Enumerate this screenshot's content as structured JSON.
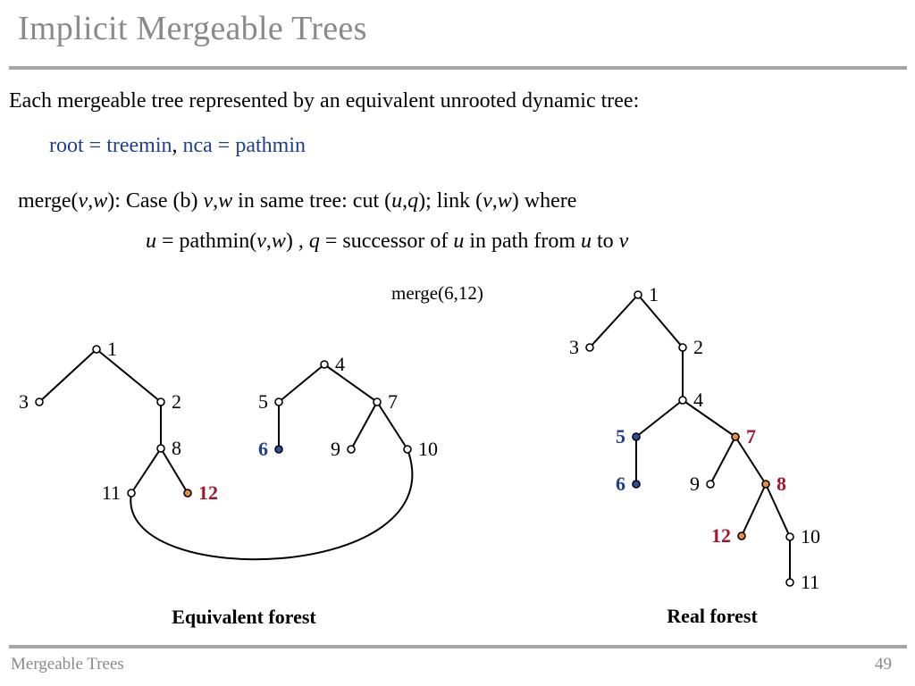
{
  "title": "Implicit Mergeable Trees",
  "line1": "Each mergeable tree represented by an equivalent unrooted dynamic tree:",
  "line2": {
    "a": "root = treemin",
    "sep": ",",
    "b": " nca = pathmin"
  },
  "line3": {
    "p1": "merge(",
    "v": "v",
    "c1": ",",
    "w": "w",
    "p2": "): Case (b) ",
    "v2": "v",
    "c2": ",",
    "w2": "w",
    "p3": " in same tree:  cut (",
    "u": "u",
    "c3": ",",
    "q": "q",
    "p4": "); link (",
    "v3": "v",
    "c4": ",",
    "w3": "w",
    "p5": ")  where"
  },
  "line4": {
    "u": "u",
    "p1": " = pathmin(",
    "v": "v",
    "c1": ",",
    "w": "w",
    "p2": ")  ,  ",
    "q": "q",
    "p3": " = successor of ",
    "u2": "u",
    "p4": " in path from ",
    "u3": "u",
    "p5": " to ",
    "v2": "v"
  },
  "merge_label": "merge(6,12)",
  "colors": {
    "blue": "#2d4f9e",
    "orange": "#ee8c3a",
    "red": "#a3152f",
    "blue_text": "#1f3f8f"
  },
  "left_forest": {
    "caption": "Equivalent forest",
    "nodes": [
      {
        "id": "1",
        "label": "1"
      },
      {
        "id": "2",
        "label": "2"
      },
      {
        "id": "3",
        "label": "3"
      },
      {
        "id": "8",
        "label": "8"
      },
      {
        "id": "11",
        "label": "11"
      },
      {
        "id": "12",
        "label": "12",
        "color": "orange"
      },
      {
        "id": "4",
        "label": "4"
      },
      {
        "id": "5",
        "label": "5"
      },
      {
        "id": "6",
        "label": "6",
        "color": "blue"
      },
      {
        "id": "7",
        "label": "7"
      },
      {
        "id": "9",
        "label": "9"
      },
      {
        "id": "10",
        "label": "10"
      }
    ],
    "edges": [
      [
        "1",
        "3"
      ],
      [
        "1",
        "2"
      ],
      [
        "2",
        "8"
      ],
      [
        "8",
        "11"
      ],
      [
        "8",
        "12"
      ],
      [
        "4",
        "5"
      ],
      [
        "4",
        "7"
      ],
      [
        "5",
        "6"
      ],
      [
        "7",
        "9"
      ],
      [
        "7",
        "10"
      ]
    ],
    "link": [
      "11",
      "10"
    ]
  },
  "right_forest": {
    "caption": "Real forest",
    "nodes": [
      {
        "id": "1",
        "label": "1"
      },
      {
        "id": "3",
        "label": "3"
      },
      {
        "id": "2",
        "label": "2"
      },
      {
        "id": "4",
        "label": "4"
      },
      {
        "id": "5",
        "label": "5",
        "color": "blue"
      },
      {
        "id": "7",
        "label": "7",
        "color": "orange"
      },
      {
        "id": "6",
        "label": "6",
        "color": "blue"
      },
      {
        "id": "9",
        "label": "9"
      },
      {
        "id": "8",
        "label": "8",
        "color": "orange"
      },
      {
        "id": "12",
        "label": "12",
        "color": "orange"
      },
      {
        "id": "10",
        "label": "10"
      },
      {
        "id": "11",
        "label": "11"
      }
    ],
    "edges": [
      [
        "1",
        "3"
      ],
      [
        "1",
        "2"
      ],
      [
        "2",
        "4"
      ],
      [
        "4",
        "5"
      ],
      [
        "4",
        "7"
      ],
      [
        "5",
        "6"
      ],
      [
        "7",
        "9"
      ],
      [
        "7",
        "8"
      ],
      [
        "8",
        "12"
      ],
      [
        "8",
        "10"
      ],
      [
        "10",
        "11"
      ]
    ]
  },
  "footer": {
    "left": "Mergeable Trees",
    "right": "49"
  }
}
